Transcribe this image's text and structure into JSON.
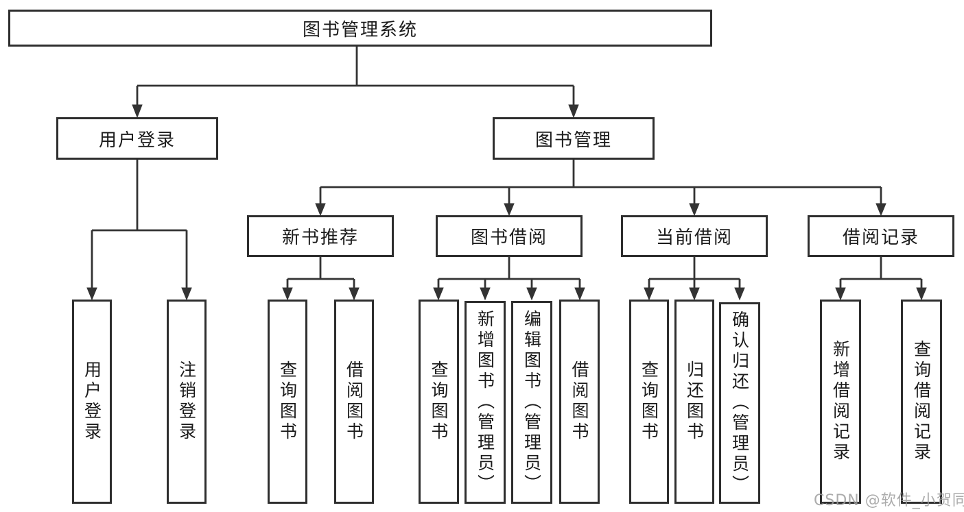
{
  "diagram_type": "hierarchy-flowchart",
  "colors": {
    "background": "#ffffff",
    "line": "#333333",
    "box_border": "#2e2e2e",
    "text": "#1b1b1b",
    "watermark": "#9e9e9e"
  },
  "nodes": {
    "root": {
      "label": "图书管理系统"
    },
    "level2": [
      {
        "label": "用户登录"
      },
      {
        "label": "图书管理"
      }
    ],
    "level3": [
      {
        "label": "新书推荐",
        "parent": "图书管理"
      },
      {
        "label": "图书借阅",
        "parent": "图书管理"
      },
      {
        "label": "当前借阅",
        "parent": "图书管理"
      },
      {
        "label": "借阅记录",
        "parent": "图书管理"
      }
    ],
    "leaves": [
      {
        "label": "用户登录",
        "parent": "用户登录"
      },
      {
        "label": "注销登录",
        "parent": "用户登录"
      },
      {
        "label": "查询图书",
        "parent": "新书推荐"
      },
      {
        "label": "借阅图书",
        "parent": "新书推荐"
      },
      {
        "label": "查询图书",
        "parent": "图书借阅"
      },
      {
        "label": "新增图书（管理员）",
        "parent": "图书借阅"
      },
      {
        "label": "编辑图书（管理员）",
        "parent": "图书借阅"
      },
      {
        "label": "借阅图书",
        "parent": "图书借阅"
      },
      {
        "label": "查询图书",
        "parent": "当前借阅"
      },
      {
        "label": "归还图书",
        "parent": "当前借阅"
      },
      {
        "label": "确认归还（管理员）",
        "parent": "当前借阅"
      },
      {
        "label": "新增借阅记录",
        "parent": "借阅记录"
      },
      {
        "label": "查询借阅记录",
        "parent": "借阅记录"
      }
    ]
  },
  "watermark": {
    "text": "CSDN @软件_小贺同学"
  }
}
